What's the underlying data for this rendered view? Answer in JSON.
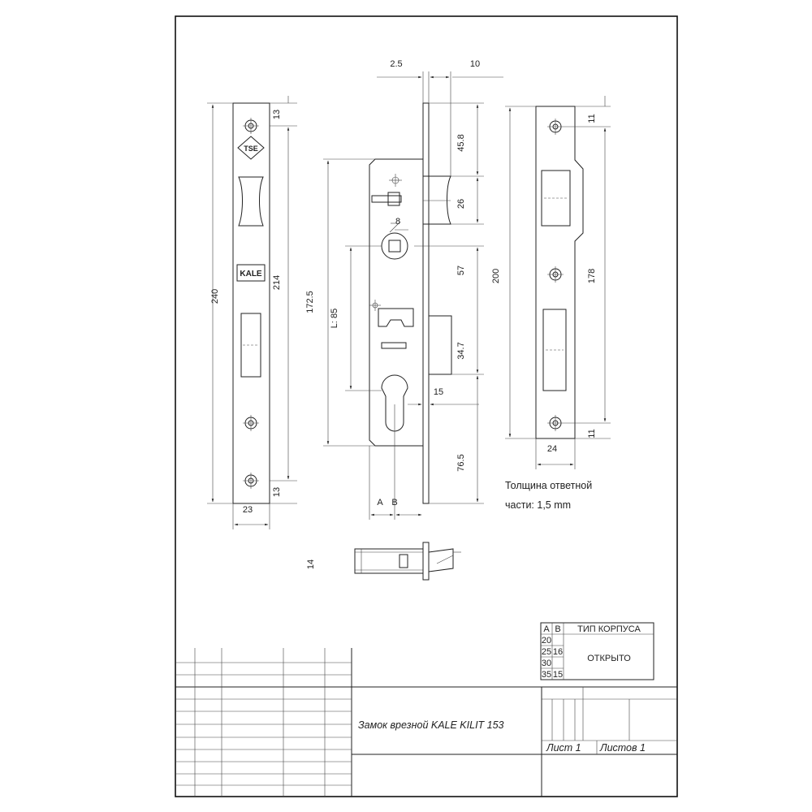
{
  "dimensions": {
    "top_2_5": "2.5",
    "top_10": "10",
    "faceplate_240": "240",
    "faceplate_214": "214",
    "faceplate_13_top": "13",
    "faceplate_13_bottom": "13",
    "faceplate_23": "23",
    "body_172_5": "172.5",
    "body_L85": "L: 85",
    "body_8": "8",
    "body_45_8": "45.8",
    "body_26": "26",
    "body_57": "57",
    "body_34_7": "34.7",
    "body_15": "15",
    "body_76_5": "76.5",
    "body_A": "A",
    "body_B": "B",
    "strike_200": "200",
    "strike_178": "178",
    "strike_11_top": "11",
    "strike_11_bottom": "11",
    "strike_24": "24",
    "bottom_14": "14"
  },
  "logos": {
    "tse": "TSE",
    "kale": "KALE"
  },
  "notes": {
    "strike_thickness_line1": "Толщина ответной",
    "strike_thickness_line2": "части: 1,5 mm"
  },
  "spec_table": {
    "col_a": "A",
    "col_b": "B",
    "col_type": "ТИП КОРПУСА",
    "rows": [
      {
        "a": "20",
        "b": ""
      },
      {
        "a": "25",
        "b": "16"
      },
      {
        "a": "30",
        "b": ""
      },
      {
        "a": "35",
        "b": "15"
      }
    ],
    "type_value": "ОТКРЫТО"
  },
  "title_block": {
    "title": "Замок врезной KALE KILIT 153",
    "sheet_label": "Лист  1",
    "sheets_label": "Листов  1"
  }
}
